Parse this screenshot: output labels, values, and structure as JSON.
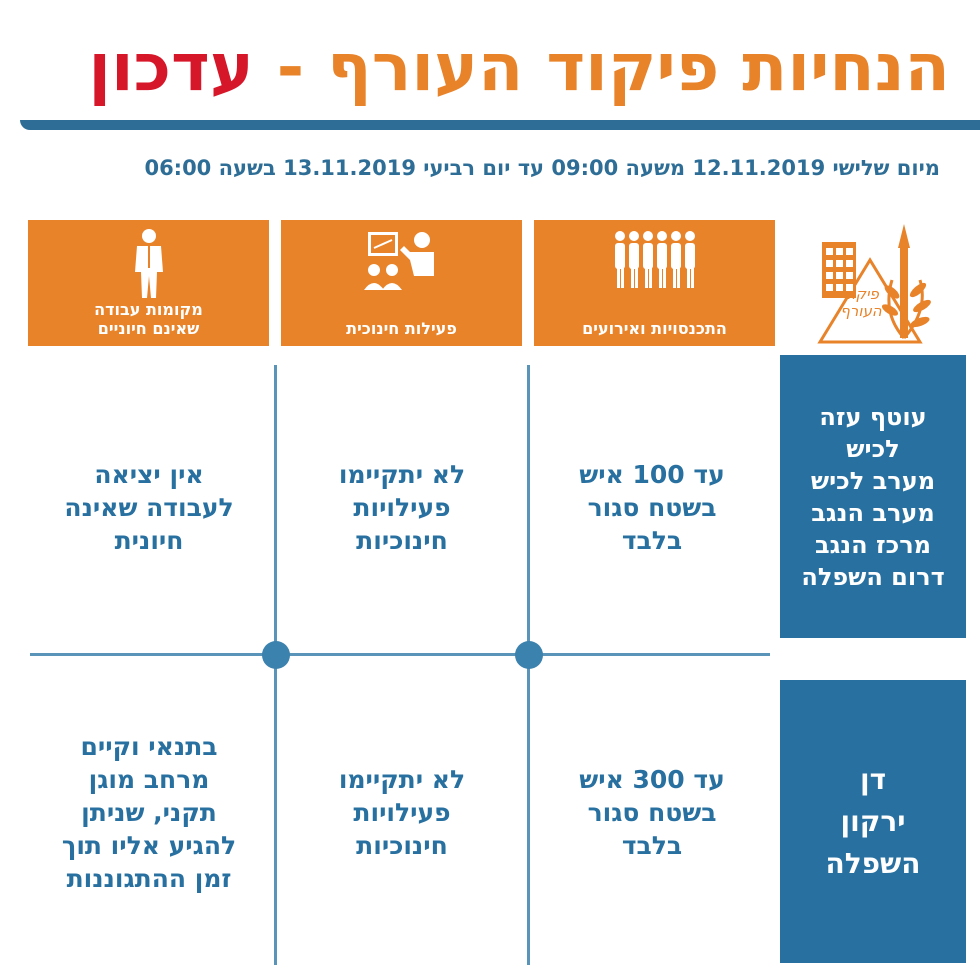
{
  "title": {
    "main": "הנחיות פיקוד העורף",
    "separator": " - ",
    "update": "עדכון"
  },
  "subtitle": "מיום שלישי 12.11.2019 משעה 09:00 עד יום רביעי 13.11.2019 בשעה 06:00",
  "logo": {
    "text_line1": "פיקוד",
    "text_line2": "העורף",
    "icon": "home-front-command-logo"
  },
  "columns": [
    {
      "label": "התכנסויות ואירועים",
      "icon": "people-gathering-icon"
    },
    {
      "label": "פעילות חינוכית",
      "icon": "teacher-board-icon"
    },
    {
      "label_line1": "מקומות עבודה",
      "label_line2": "שאינם חיוניים",
      "icon": "worker-icon"
    }
  ],
  "rows": [
    {
      "regions": [
        "עוטף עזה",
        "לכיש",
        "מערב לכיש",
        "מערב הנגב",
        "מרכז הנגב",
        "דרום השפלה"
      ],
      "cells": [
        [
          "עד 100 איש",
          "בשטח סגור",
          "בלבד"
        ],
        [
          "לא יתקיימו",
          "פעילויות",
          "חינוכיות"
        ],
        [
          "אין יציאה",
          "לעבודה שאינה",
          "חיונית"
        ]
      ]
    },
    {
      "regions": [
        "דן",
        "ירקון",
        "השפלה"
      ],
      "cells": [
        [
          "עד 300 איש",
          "בשטח סגור",
          "בלבד"
        ],
        [
          "לא יתקיימו",
          "פעילויות",
          "חינוכיות"
        ],
        [
          "בתנאי וקיים",
          "מרחב מוגן",
          "תקני, שניתן",
          "להגיע אליו תוך",
          "זמן ההתגוננות"
        ]
      ]
    }
  ],
  "colors": {
    "orange": "#E8832A",
    "red": "#D6172A",
    "blue": "#2870A0",
    "line": "#5A94B8"
  }
}
